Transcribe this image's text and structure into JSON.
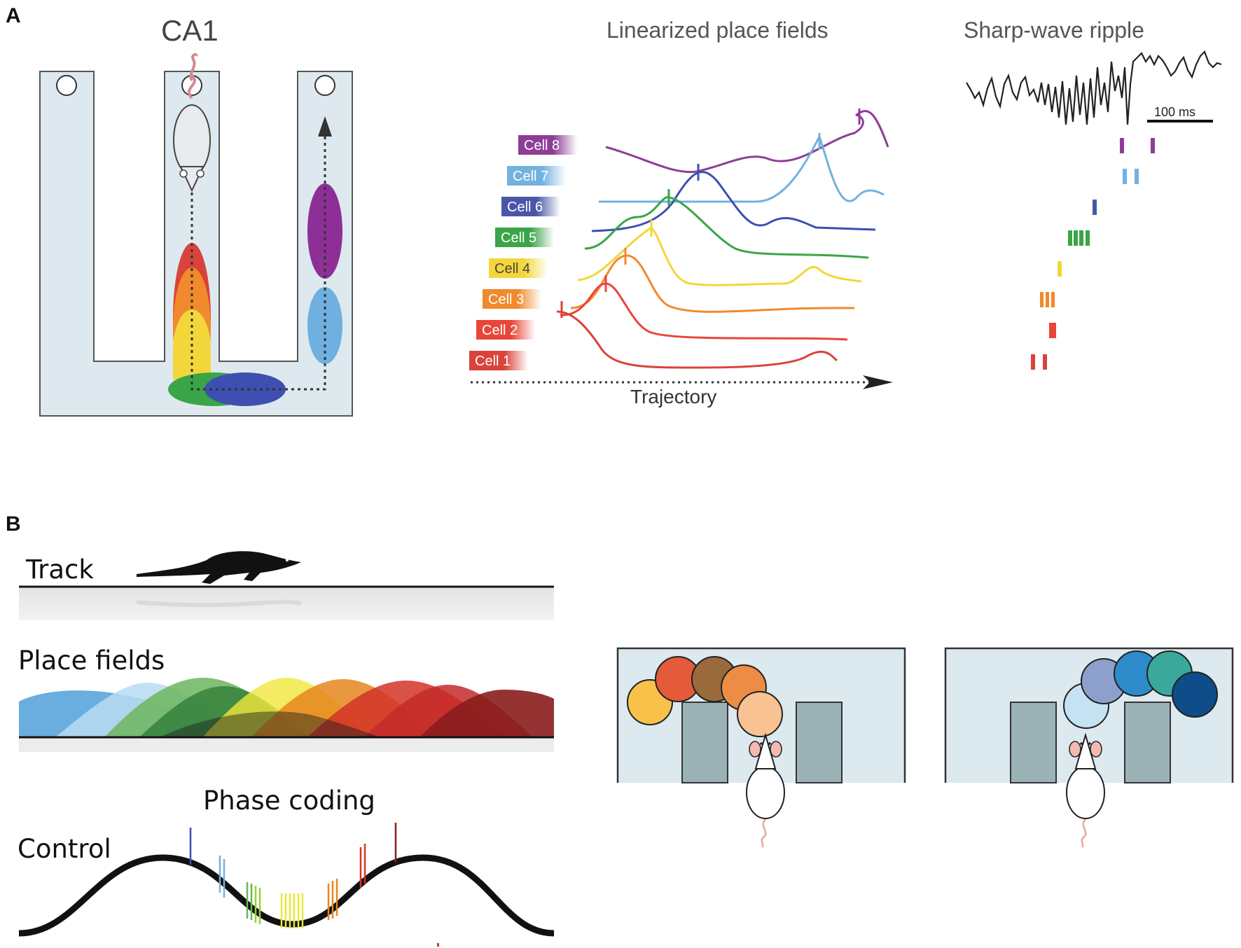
{
  "panel_a": {
    "letter": "A",
    "ca1_label": "CA1",
    "place_fields_title": "Linearized place fields",
    "ripple_title": "Sharp-wave ripple",
    "scale_bar_label": "100 ms",
    "trajectory_label": "Trajectory",
    "cells": [
      {
        "label": "Cell 1",
        "color": "#d9433b"
      },
      {
        "label": "Cell 2",
        "color": "#e8463a"
      },
      {
        "label": "Cell 3",
        "color": "#f08a2c"
      },
      {
        "label": "Cell 4",
        "color": "#f3d63a"
      },
      {
        "label": "Cell 5",
        "color": "#3aa547"
      },
      {
        "label": "Cell 6",
        "color": "#4a57a8"
      },
      {
        "label": "Cell 7",
        "color": "#73b1e0"
      },
      {
        "label": "Cell 8",
        "color": "#8e3e97"
      }
    ]
  },
  "panel_b": {
    "letter": "B",
    "track_label": "Track",
    "place_fields_label": "Place fields",
    "phase_coding_label": "Phase coding",
    "control_label": "Control",
    "place_field_colors": [
      "#5aa4dc",
      "#b8dcf3",
      "#6cb55d",
      "#2c7a36",
      "#f0e63a",
      "#e5861f",
      "#d33328",
      "#c42a2a",
      "#8a1d1d"
    ],
    "left_maze_colors": [
      "#f8c24a",
      "#e35b3a",
      "#9a6a3c",
      "#ec8c45",
      "#f9c293"
    ],
    "right_maze_colors": [
      "#c5e2f3",
      "#8da0cc",
      "#2d8bca",
      "#3aa89c",
      "#0e4c8a"
    ]
  }
}
